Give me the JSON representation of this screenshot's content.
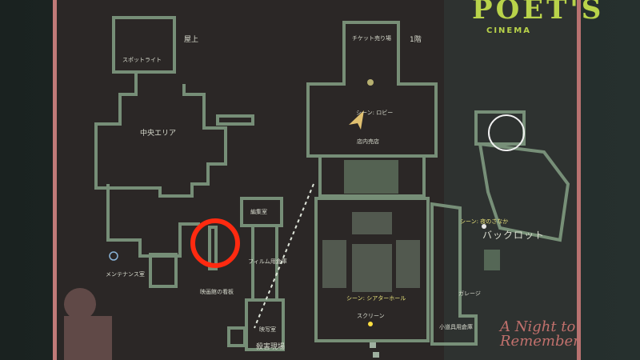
{
  "poster": {
    "title": "POET'S",
    "subtitle": "CINEMA",
    "tagline": "A Night to Remember"
  },
  "floors": {
    "roof": "屋上",
    "first": "1階"
  },
  "rooms": {
    "spotlight": "スポットライト",
    "central_area": "中央エリア",
    "ticket_booth": "チケット売り場",
    "lobby": "シーン: ロビー",
    "concession": "店内売店",
    "editing_room": "編集室",
    "film_storage": "フィルム用倉庫",
    "maintenance": "メンテナンス室",
    "marquee": "映画館の看板",
    "projection_room": "映写室",
    "crime_scene": "殺害現場",
    "theater_hall": "シーン: シアターホール",
    "screen": "スクリーン",
    "midnight_scene": "シーン: 夜のさなか",
    "backlot": "バックロット",
    "garage": "ガレージ",
    "prop_storage": "小道具用倉庫"
  },
  "colors": {
    "wall": "#7f9a80",
    "poster_border": "#c07a78",
    "marker": "#ff2a10",
    "player": "#e0c070"
  }
}
